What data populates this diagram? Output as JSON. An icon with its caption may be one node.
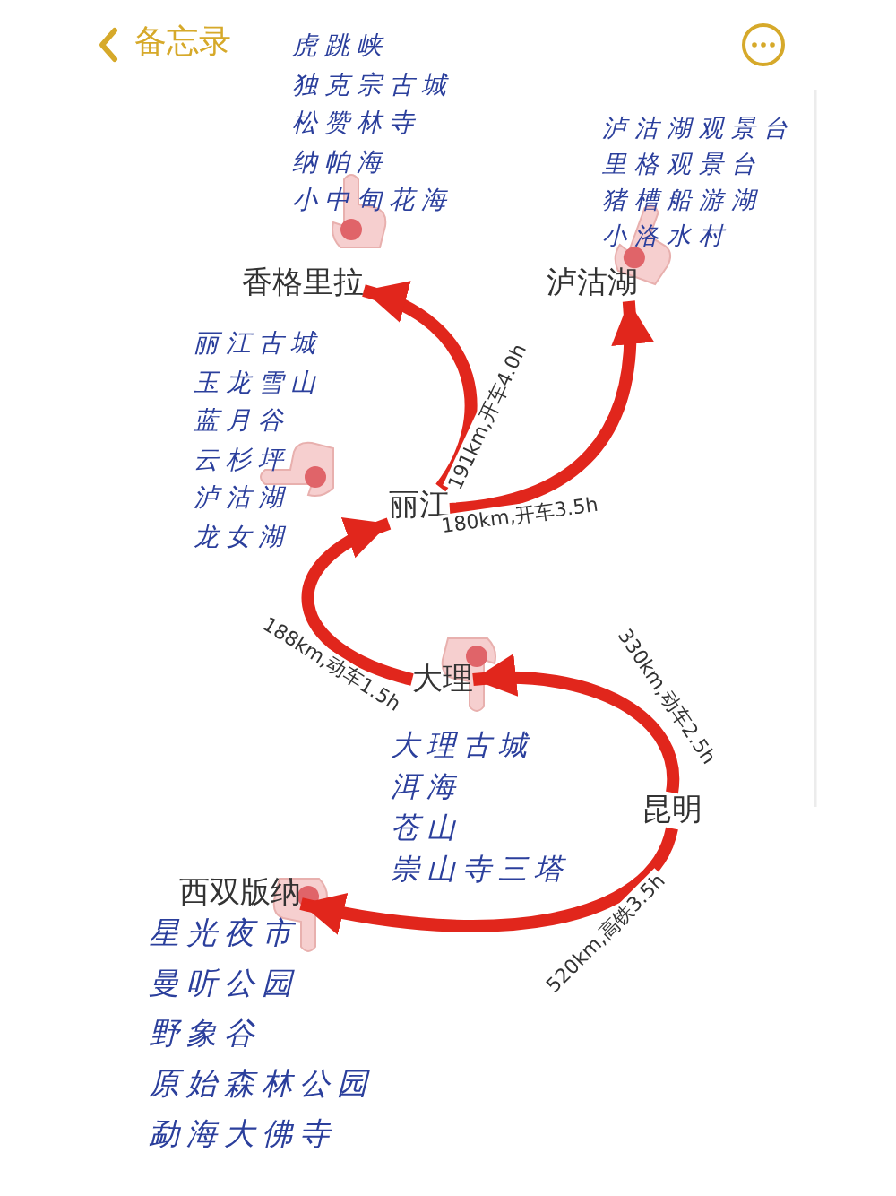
{
  "diagram": {
    "nodes": [
      {
        "text": [
          "香格里拉"
        ],
        "beside": [
          "虎跳峡",
          "独克宗古城",
          "松赞林寺",
          "纳帕海",
          "小中甸花海"
        ]
      },
      {
        "text": [
          "泸沽湖"
        ],
        "beside": [
          "泸沽湖观景台",
          "里格观景台",
          "猪槽船游湖",
          "小洛水村"
        ]
      },
      {
        "text": [
          "丽江"
        ],
        "beside": [
          "丽江古城",
          "玉龙雪山",
          "蓝月谷",
          "云杉坪",
          "泸沽湖",
          "龙女湖"
        ]
      },
      {
        "text": [
          "大理"
        ],
        "beside": [
          "大理古城",
          "洱海",
          "苍山",
          "崇山寺三塔"
        ]
      },
      {
        "text": [
          "昆明"
        ]
      },
      {
        "text": [
          "西双版纳"
        ],
        "beside": [
          "星光夜市",
          "曼听公园",
          "野象谷",
          "原始森林公园",
          "勐海大佛寺"
        ]
      }
    ],
    "edges": [
      {
        "from": 2,
        "to": 0,
        "arrow": "to",
        "label": "191km,开车4.0h"
      },
      {
        "from": 2,
        "to": 1,
        "arrow": "to",
        "label": "180km,开车3.5h"
      },
      {
        "from": 3,
        "to": 2,
        "arrow": "to",
        "label": "188km,动车1.5h"
      },
      {
        "from": 4,
        "to": 3,
        "arrow": "to",
        "label": "330km,动车2.5h"
      },
      {
        "from": 4,
        "to": 5,
        "arrow": "to",
        "label": "520km,高铁3.5h"
      }
    ],
    "labels": [
      "备忘录"
    ]
  }
}
